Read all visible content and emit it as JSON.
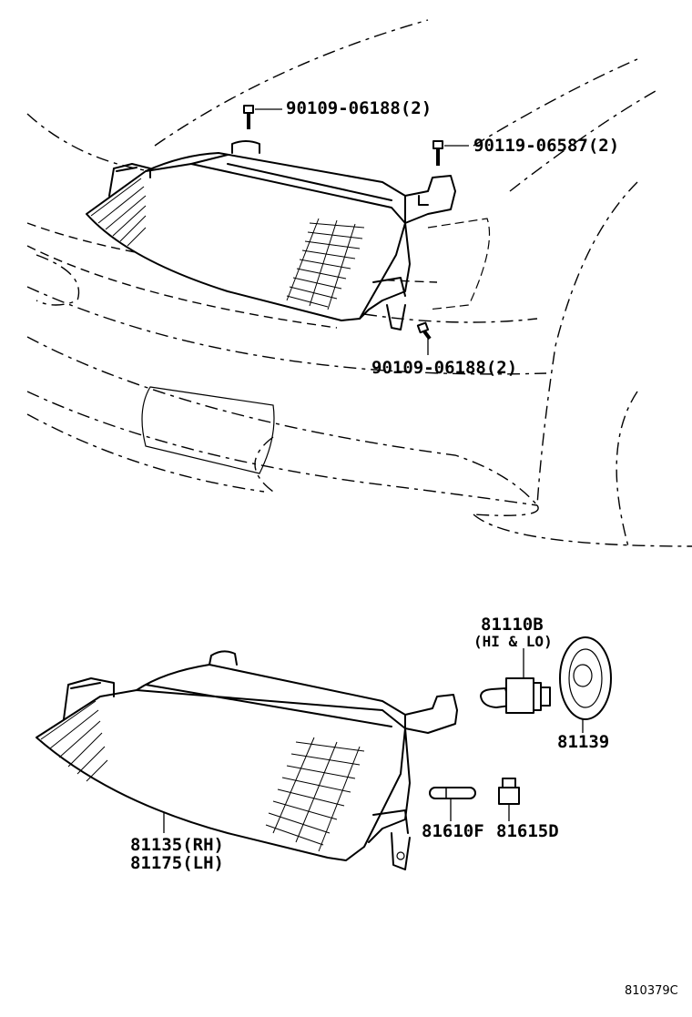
{
  "diagram": {
    "code": "810379C"
  },
  "callouts": {
    "bolt_top": "90109-06188(2)",
    "bolt_right": "90119-06587(2)",
    "bolt_bottom": "90109-06188(2)",
    "bulb_hilo_number": "81110B",
    "bulb_hilo_note": "(HI & LO)",
    "socket_cover": "81139",
    "side_bulb": "81610F",
    "side_socket": "81615D",
    "headlamp_rh": "81135(RH)",
    "headlamp_lh": "81175(LH)"
  }
}
